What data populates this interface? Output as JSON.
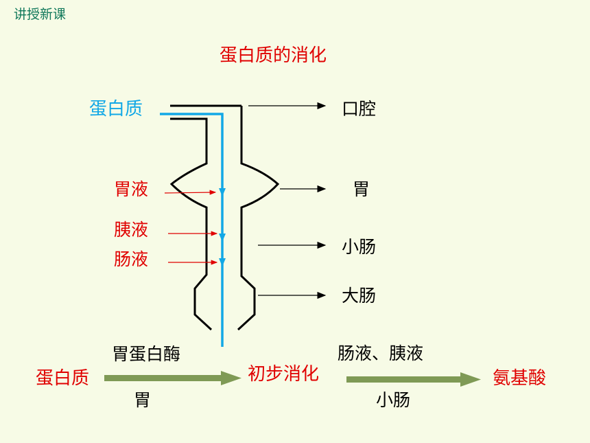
{
  "header": {
    "label": "讲授新课"
  },
  "title": "蛋白质的消化",
  "tract": {
    "input_label": "蛋白质",
    "fluids": [
      "胃液",
      "胰液",
      "肠液"
    ],
    "organs": [
      "口腔",
      "胃",
      "小肠",
      "大肠"
    ]
  },
  "flow": {
    "start": "蛋白质",
    "step1_enzyme": "胃蛋白酶",
    "step1_location": "胃",
    "intermediate": "初步消化",
    "step2_enzymes": "肠液、胰液",
    "step2_location": "小肠",
    "end": "氨基酸"
  },
  "colors": {
    "accent_red": "#e00000",
    "accent_blue": "#12a8e6",
    "header_green": "#10785a",
    "flow_arrow": "#7f9a55",
    "background": "#f7fbe6"
  }
}
